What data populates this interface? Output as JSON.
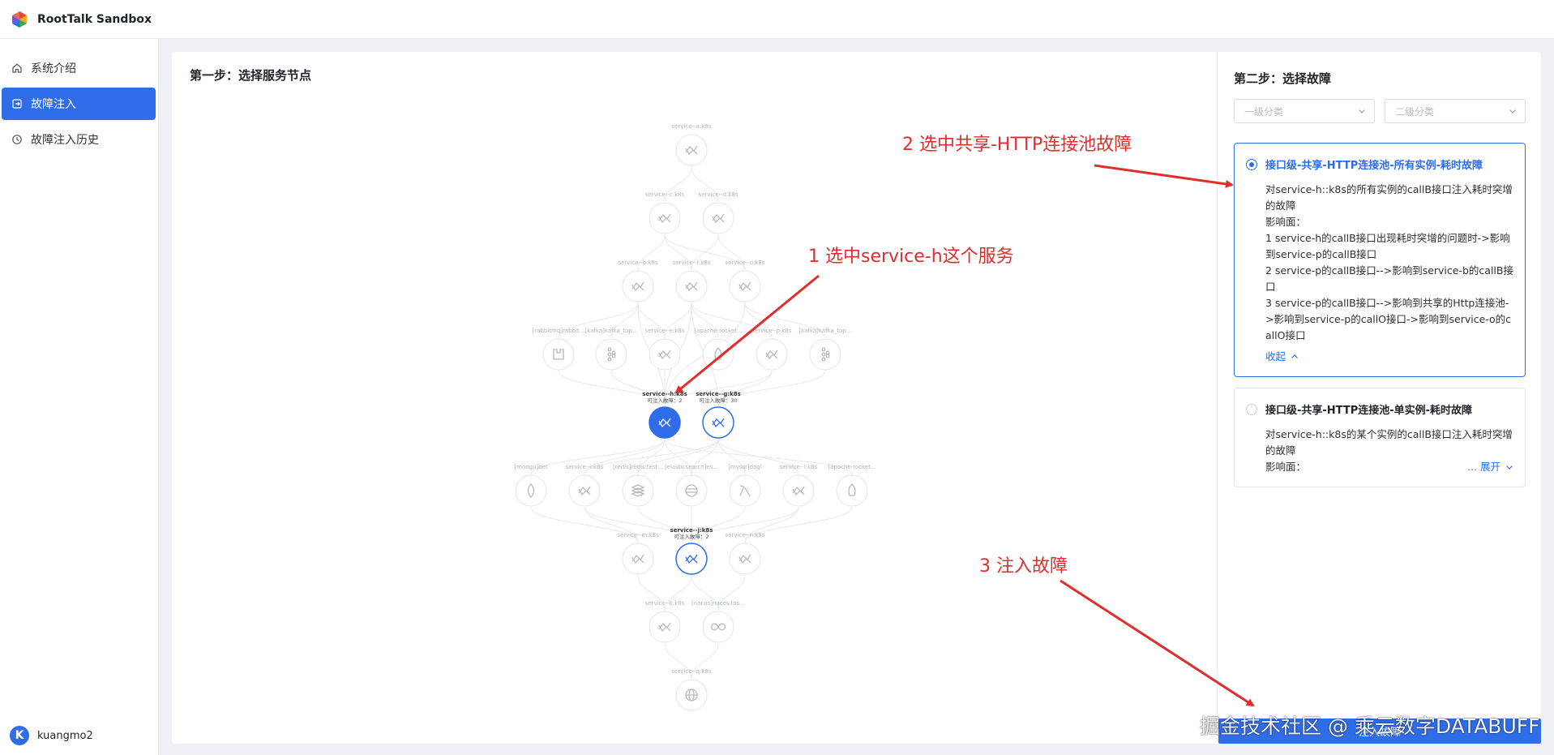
{
  "app": {
    "title": "RootTalk Sandbox"
  },
  "sidebar": {
    "items": [
      {
        "label": "系统介绍",
        "icon": "home-icon"
      },
      {
        "label": "故障注入",
        "icon": "inject-icon",
        "active": true
      },
      {
        "label": "故障注入历史",
        "icon": "history-icon"
      }
    ],
    "user": {
      "initial": "K",
      "name": "kuangmo2"
    }
  },
  "step1": {
    "title": "第一步：选择服务节点"
  },
  "graph": {
    "nodes": [
      {
        "label": "service--a:k8s",
        "icon": "service-icon"
      },
      {
        "label": "service--c:k8s",
        "icon": "service-icon"
      },
      {
        "label": "service--d:k8s",
        "icon": "service-icon"
      },
      {
        "label": "service--b:k8s",
        "icon": "service-icon"
      },
      {
        "label": "service--f:k8s",
        "icon": "service-icon"
      },
      {
        "label": "service--o:k8s",
        "icon": "service-icon"
      },
      {
        "label": "[rabbitmq]rabbit...",
        "icon": "rabbitmq-icon"
      },
      {
        "label": "[kafka]kafka_top...",
        "icon": "kafka-icon"
      },
      {
        "label": "service--e:k8s",
        "icon": "service-icon"
      },
      {
        "label": "[apache-rocket...",
        "icon": "rocketmq-icon"
      },
      {
        "label": "service--p:k8s",
        "icon": "service-icon"
      },
      {
        "label": "[kafka]kafka_top...",
        "icon": "kafka-icon"
      },
      {
        "label": "service--h:k8s",
        "sub": "可注入故障：2",
        "icon": "service-icon",
        "selected": true
      },
      {
        "label": "service--g:k8s",
        "sub": "可注入故障：30",
        "icon": "service-icon",
        "highlight": true
      },
      {
        "label": "[mongo]bet",
        "icon": "mongo-icon"
      },
      {
        "label": "service--i:k8s",
        "icon": "service-icon"
      },
      {
        "label": "[redis]redis:test...",
        "icon": "redis-icon"
      },
      {
        "label": "[elasticsearch]es...",
        "icon": "elasticsearch-icon"
      },
      {
        "label": "[mysql]dogl",
        "icon": "mysql-icon"
      },
      {
        "label": "service--l:k8s",
        "icon": "service-icon"
      },
      {
        "label": "[apache-rocket...",
        "icon": "rocketmq-icon"
      },
      {
        "label": "service--m:k8s",
        "icon": "service-icon"
      },
      {
        "label": "service--j:k8s",
        "sub": "可注入故障：2",
        "icon": "service-icon",
        "highlight": true
      },
      {
        "label": "service--n:k8s",
        "icon": "service-icon"
      },
      {
        "label": "service--k:k8s",
        "icon": "service-icon"
      },
      {
        "label": "[nacos]nacos.tos...",
        "icon": "nacos-icon"
      },
      {
        "label": "service--q:k8s",
        "icon": "globe-icon"
      }
    ]
  },
  "step2": {
    "title": "第二步：选择故障",
    "select1_placeholder": "一级分类",
    "select2_placeholder": "二级分类"
  },
  "faults": [
    {
      "title": "接口级-共享-HTTP连接池-所有实例-耗时故障",
      "selected": true,
      "lines": [
        "对service-h::k8s的所有实例的callB接口注入耗时突增的故障",
        "影响面：",
        "1 service-h的callB接口出现耗时突增的问题时->影响到service-p的callB接口",
        "2 service-p的callB接口-->影响到service-b的callB接口",
        "3 service-p的callB接口-->影响到共享的Http连接池->影响到service-p的callO接口->影响到service-o的callO接口"
      ],
      "toggle_label": "收起"
    },
    {
      "title": "接口级-共享-HTTP连接池-单实例-耗时故障",
      "selected": false,
      "lines": [
        "对service-h::k8s的某个实例的callB接口注入耗时突增的故障",
        "影响面："
      ],
      "toggle_label": "... 展开"
    }
  ],
  "inject_button": {
    "label": "注入故障"
  },
  "annotations": {
    "a1": "1  选中service-h这个服务",
    "a2": "2  选中共享-HTTP连接池故障",
    "a3": "3  注入故障",
    "color": "#e02d2d"
  },
  "watermark": "掘金技术社区 @ 乘云数字DATABUFF",
  "colors": {
    "primary": "#2f6de8",
    "annotation": "#e02d2d"
  }
}
